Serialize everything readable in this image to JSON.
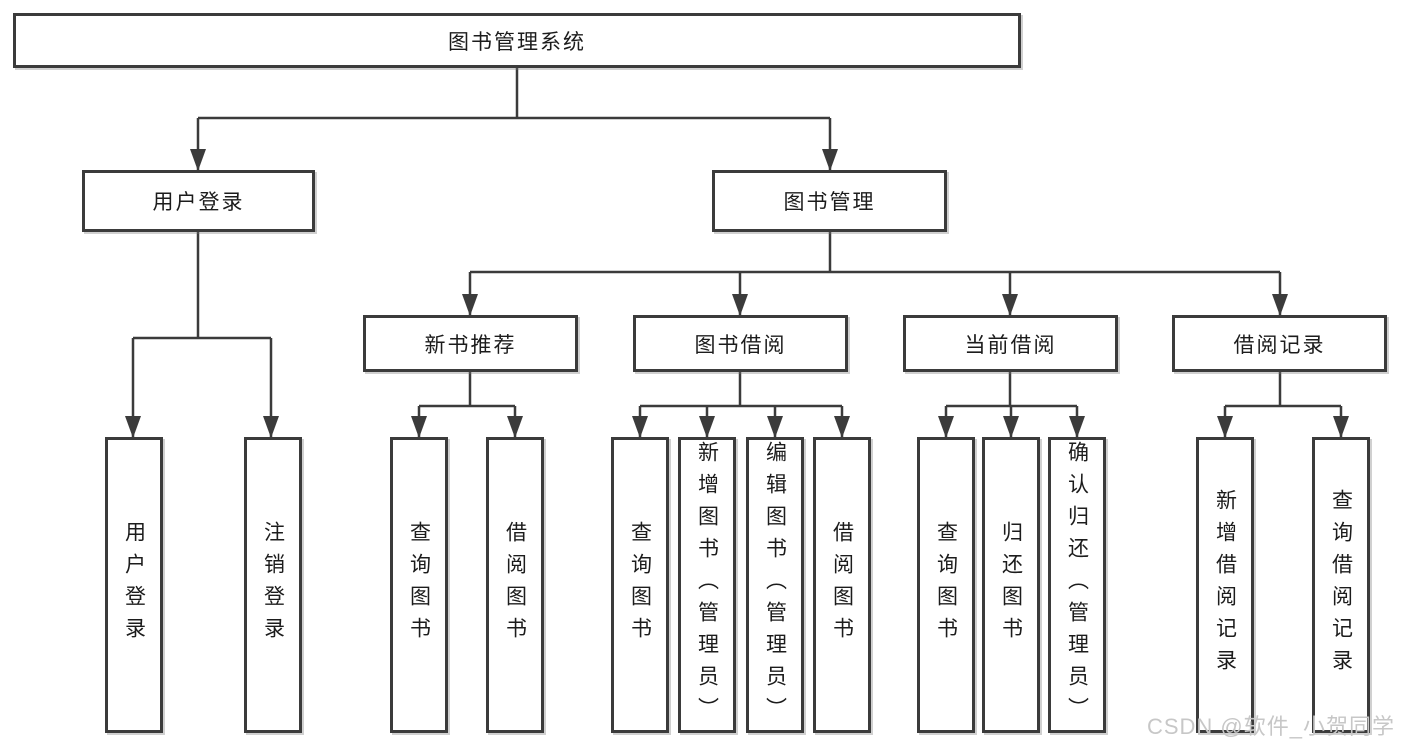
{
  "tree": {
    "root": {
      "label": "图书管理系统"
    },
    "level2": [
      {
        "label": "用户登录"
      },
      {
        "label": "图书管理"
      }
    ],
    "level3": [
      {
        "label": "新书推荐"
      },
      {
        "label": "图书借阅"
      },
      {
        "label": "当前借阅"
      },
      {
        "label": "借阅记录"
      }
    ],
    "leaves": {
      "login": [
        "用户登录",
        "注销登录"
      ],
      "recommend": [
        "查询图书",
        "借阅图书"
      ],
      "borrow": [
        "查询图书",
        "新增图书（管理员）",
        "编辑图书（管理员）",
        "借阅图书"
      ],
      "current": [
        "查询图书",
        "归还图书",
        "确认归还（管理员）"
      ],
      "record": [
        "新增借阅记录",
        "查询借阅记录"
      ]
    }
  },
  "watermark": {
    "text": "CSDN @软件_小贺同学"
  },
  "colors": {
    "line": "#3b3b3b",
    "box_border": "#3b3b3b",
    "box_fill": "#ffffff",
    "text": "#1c1c1c",
    "watermark": "#c7c7c7",
    "background": "#ffffff"
  }
}
